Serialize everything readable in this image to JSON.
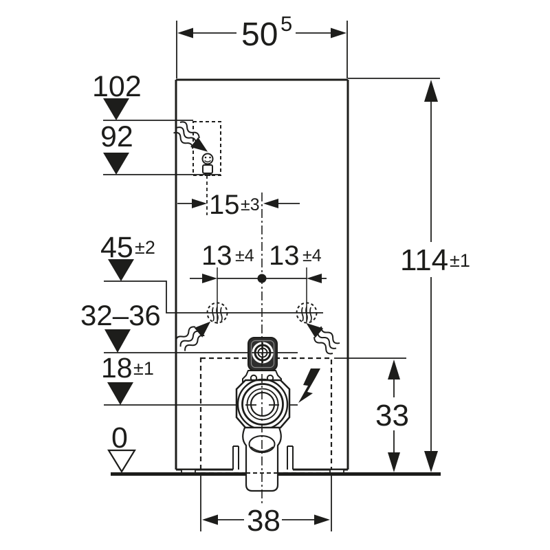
{
  "drawing": {
    "kind": "technical-dimension-drawing",
    "subject": "sanitary module front view with connection dimensions",
    "colors": {
      "line": "#1d1d1b",
      "dark_fill": "#2e2e2e",
      "background": "#ffffff"
    },
    "labels": {
      "top_width": {
        "value": "50",
        "superscript": "5"
      },
      "h102": "102",
      "h92": "92",
      "h45": {
        "value": "45",
        "tolerance": "±2"
      },
      "h32_36": "32–36",
      "h18": {
        "value": "18",
        "tolerance": "±1"
      },
      "h0": "0",
      "offset15": {
        "value": "15",
        "tolerance": "±3"
      },
      "d13_left": {
        "value": "13",
        "tolerance": "±4"
      },
      "d13_right": {
        "value": "13",
        "tolerance": "±4"
      },
      "h114": {
        "value": "114",
        "tolerance": "±1"
      },
      "h33": "33",
      "w38": "38"
    },
    "icons": {
      "flush_plate": "flush-plate-icon",
      "water_flow": "wavy-flow-arrow-icon",
      "electrical": "lightning-bolt-icon",
      "water_connection": "dashed-circle-water-connection-icon"
    }
  }
}
